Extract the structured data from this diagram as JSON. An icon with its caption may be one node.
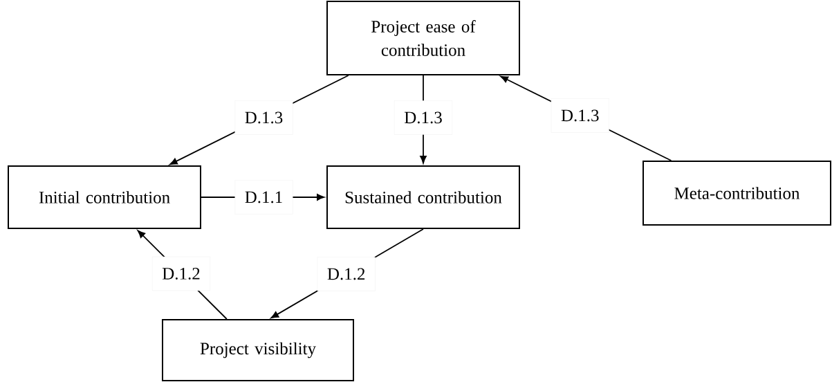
{
  "diagram": {
    "nodes": [
      {
        "text": [
          "Project ease of contribution"
        ]
      },
      {
        "text": [
          "Initial contribution"
        ]
      },
      {
        "text": [
          "Sustained contribution"
        ]
      },
      {
        "text": [
          "Meta-contribution"
        ]
      },
      {
        "text": [
          "Project visibility"
        ]
      }
    ],
    "edges": [
      {
        "from": 0,
        "to": 1,
        "arrow": "to",
        "label": "D.1.3"
      },
      {
        "from": 0,
        "to": 2,
        "arrow": "to",
        "label": "D.1.3"
      },
      {
        "from": 3,
        "to": 0,
        "arrow": "to",
        "label": "D.1.3"
      },
      {
        "from": 1,
        "to": 2,
        "arrow": "to",
        "label": "D.1.1"
      },
      {
        "from": 2,
        "to": 4,
        "arrow": "to",
        "label": "D.1.2"
      },
      {
        "from": 4,
        "to": 1,
        "arrow": "to",
        "label": "D.1.2"
      }
    ]
  }
}
